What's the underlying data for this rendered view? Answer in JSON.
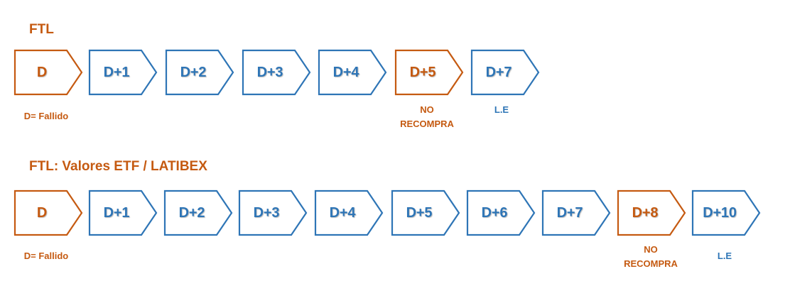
{
  "colors": {
    "orange": "#C55A11",
    "blue": "#2E75B6"
  },
  "sections": [
    {
      "title": "FTL",
      "steps": [
        {
          "label": "D",
          "color": "orange"
        },
        {
          "label": "D+1",
          "color": "blue"
        },
        {
          "label": "D+2",
          "color": "blue"
        },
        {
          "label": "D+3",
          "color": "blue"
        },
        {
          "label": "D+4",
          "color": "blue"
        },
        {
          "label": "D+5",
          "color": "orange"
        },
        {
          "label": "D+7",
          "color": "blue"
        }
      ],
      "notes": [
        {
          "text": "D= Fallido",
          "color": "orange"
        },
        {
          "line1": "NO",
          "line2": "RECOMPRA",
          "color": "orange"
        },
        {
          "text": "L.E",
          "color": "blue"
        }
      ]
    },
    {
      "title": "FTL: Valores ETF / LATIBEX",
      "steps": [
        {
          "label": "D",
          "color": "orange"
        },
        {
          "label": "D+1",
          "color": "blue"
        },
        {
          "label": "D+2",
          "color": "blue"
        },
        {
          "label": "D+3",
          "color": "blue"
        },
        {
          "label": "D+4",
          "color": "blue"
        },
        {
          "label": "D+5",
          "color": "blue"
        },
        {
          "label": "D+6",
          "color": "blue"
        },
        {
          "label": "D+7",
          "color": "blue"
        },
        {
          "label": "D+8",
          "color": "orange"
        },
        {
          "label": "D+10",
          "color": "blue"
        }
      ],
      "notes": [
        {
          "text": "D= Fallido",
          "color": "orange"
        },
        {
          "line1": "NO",
          "line2": "RECOMPRA",
          "color": "orange"
        },
        {
          "text": "L.E",
          "color": "blue"
        }
      ]
    }
  ]
}
